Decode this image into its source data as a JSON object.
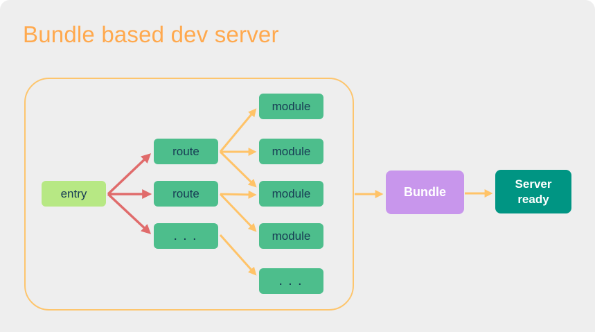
{
  "title": "Bundle based dev server",
  "colors": {
    "background": "#eeeeee",
    "title": "#ffa94e",
    "container_border": "#fdc56d",
    "entry_fill": "#b7e884",
    "node_fill": "#4dbe8c",
    "node_text": "#173c54",
    "bundle_fill": "#c896ec",
    "server_fill": "#009583",
    "arrow_red": "#e06b6b",
    "arrow_orange": "#ffc368"
  },
  "diagram": {
    "entry": {
      "label": "entry"
    },
    "routes": [
      {
        "label": "route"
      },
      {
        "label": "route"
      },
      {
        "label": ". . ."
      }
    ],
    "modules": [
      {
        "label": "module"
      },
      {
        "label": "module"
      },
      {
        "label": "module"
      },
      {
        "label": "module"
      },
      {
        "label": ". . ."
      }
    ],
    "bundle": {
      "label": "Bundle"
    },
    "server": {
      "lines": [
        "Server",
        "ready"
      ]
    },
    "connections": [
      "entry->route-1",
      "entry->route-2",
      "entry->route-more",
      "route-1->module-1",
      "route-1->module-2",
      "route-1->module-3",
      "route-2->module-3",
      "route-2->module-4",
      "route-more->module-more",
      "module-graph->bundle",
      "bundle->server-ready"
    ]
  }
}
